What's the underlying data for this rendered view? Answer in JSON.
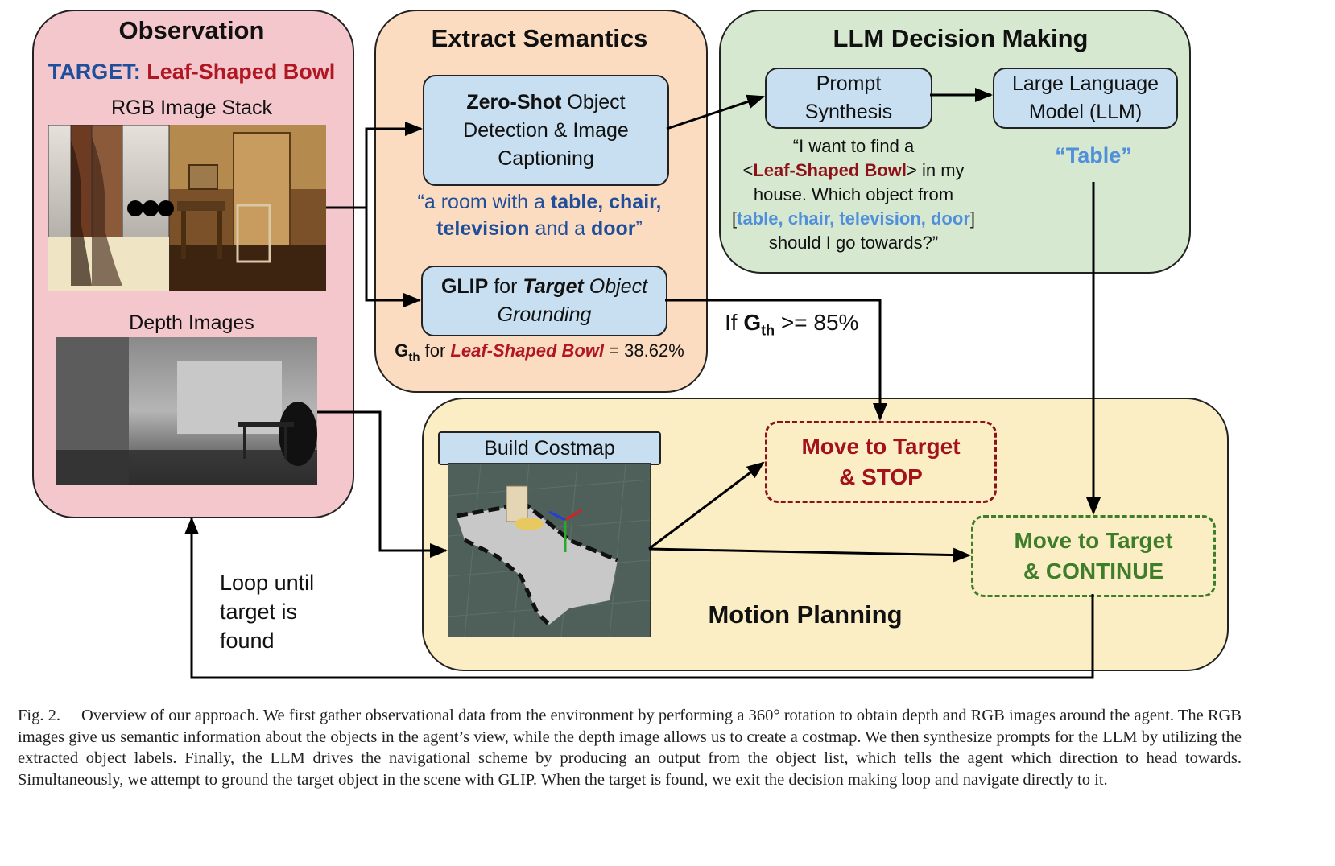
{
  "observation": {
    "title": "Observation",
    "target_prefix": "TARGET:",
    "target_name": "Leaf-Shaped Bowl",
    "rgb_label": "RGB Image Stack",
    "depth_label": "Depth Images"
  },
  "extract": {
    "title": "Extract Semantics",
    "zeroshot_bold": "Zero-Shot",
    "zeroshot_rest1": " Object",
    "zeroshot_line2": "Detection & Image",
    "zeroshot_line3": "Captioning",
    "caption_pre": "“a room with a ",
    "caption_objs": "table, chair,",
    "caption_tv": "television",
    "caption_and": " and a ",
    "caption_door": "door",
    "caption_end": "”",
    "glip_bold": "GLIP",
    "glip_for": " for ",
    "glip_target": "Target",
    "glip_object": " Object",
    "glip_line2": "Grounding",
    "gth_g": "G",
    "gth_sub": "th",
    "gth_for": " for ",
    "gth_obj": "Leaf-Shaped Bowl",
    "gth_val": " = 38.62%"
  },
  "llm": {
    "title": "LLM Decision Making",
    "prompt_line1": "Prompt",
    "prompt_line2": "Synthesis",
    "model_line1": "Large Language",
    "model_line2": "Model (LLM)",
    "q_line1": "“I want to find a",
    "q_line2_pre": "<",
    "q_line2_obj": "Leaf-Shaped Bowl",
    "q_line2_post": "> in my",
    "q_line3": "house. Which object from",
    "q_line4_pre": "[",
    "q_line4_list": "table, chair, television, door",
    "q_line4_post": "]",
    "q_line5": "should I go towards?”",
    "answer": "“Table”"
  },
  "condition": {
    "if": "If ",
    "g": "G",
    "sub": "th",
    "rest": " >= 85%"
  },
  "motion": {
    "title": "Motion Planning",
    "costmap_label": "Build Costmap",
    "stop_line1": "Move to Target",
    "stop_line2": "& STOP",
    "cont_line1": "Move to Target",
    "cont_line2": "& CONTINUE"
  },
  "loop": {
    "line1": "Loop until",
    "line2": "target is",
    "line3": "found"
  },
  "caption": {
    "number": "Fig. 2.",
    "text": "Overview of our approach. We first gather observational data from the environment by performing a 360° rotation to obtain depth and RGB images around the agent. The RGB images give us semantic information about the objects in the agent’s view, while the depth image allows us to create a costmap. We then synthesize prompts for the LLM by utilizing the extracted object labels. Finally, the LLM drives the navigational scheme by producing an output from the object list, which tells the agent which direction to head towards. Simultaneously, we attempt to ground the target object in the scene with GLIP. When the target is found, we exit the decision making loop and navigate directly to it."
  },
  "colors": {
    "observation_bg": "#f3c7cc",
    "extract_bg": "#fbdcc0",
    "llm_bg": "#d6e8cf",
    "motion_bg": "#fbeec4",
    "box_bg": "#c7dff0",
    "stop_border": "#8e1018",
    "continue_border": "#3e7d2a",
    "target_blue": "#1f4e9a",
    "target_red": "#b01722"
  }
}
